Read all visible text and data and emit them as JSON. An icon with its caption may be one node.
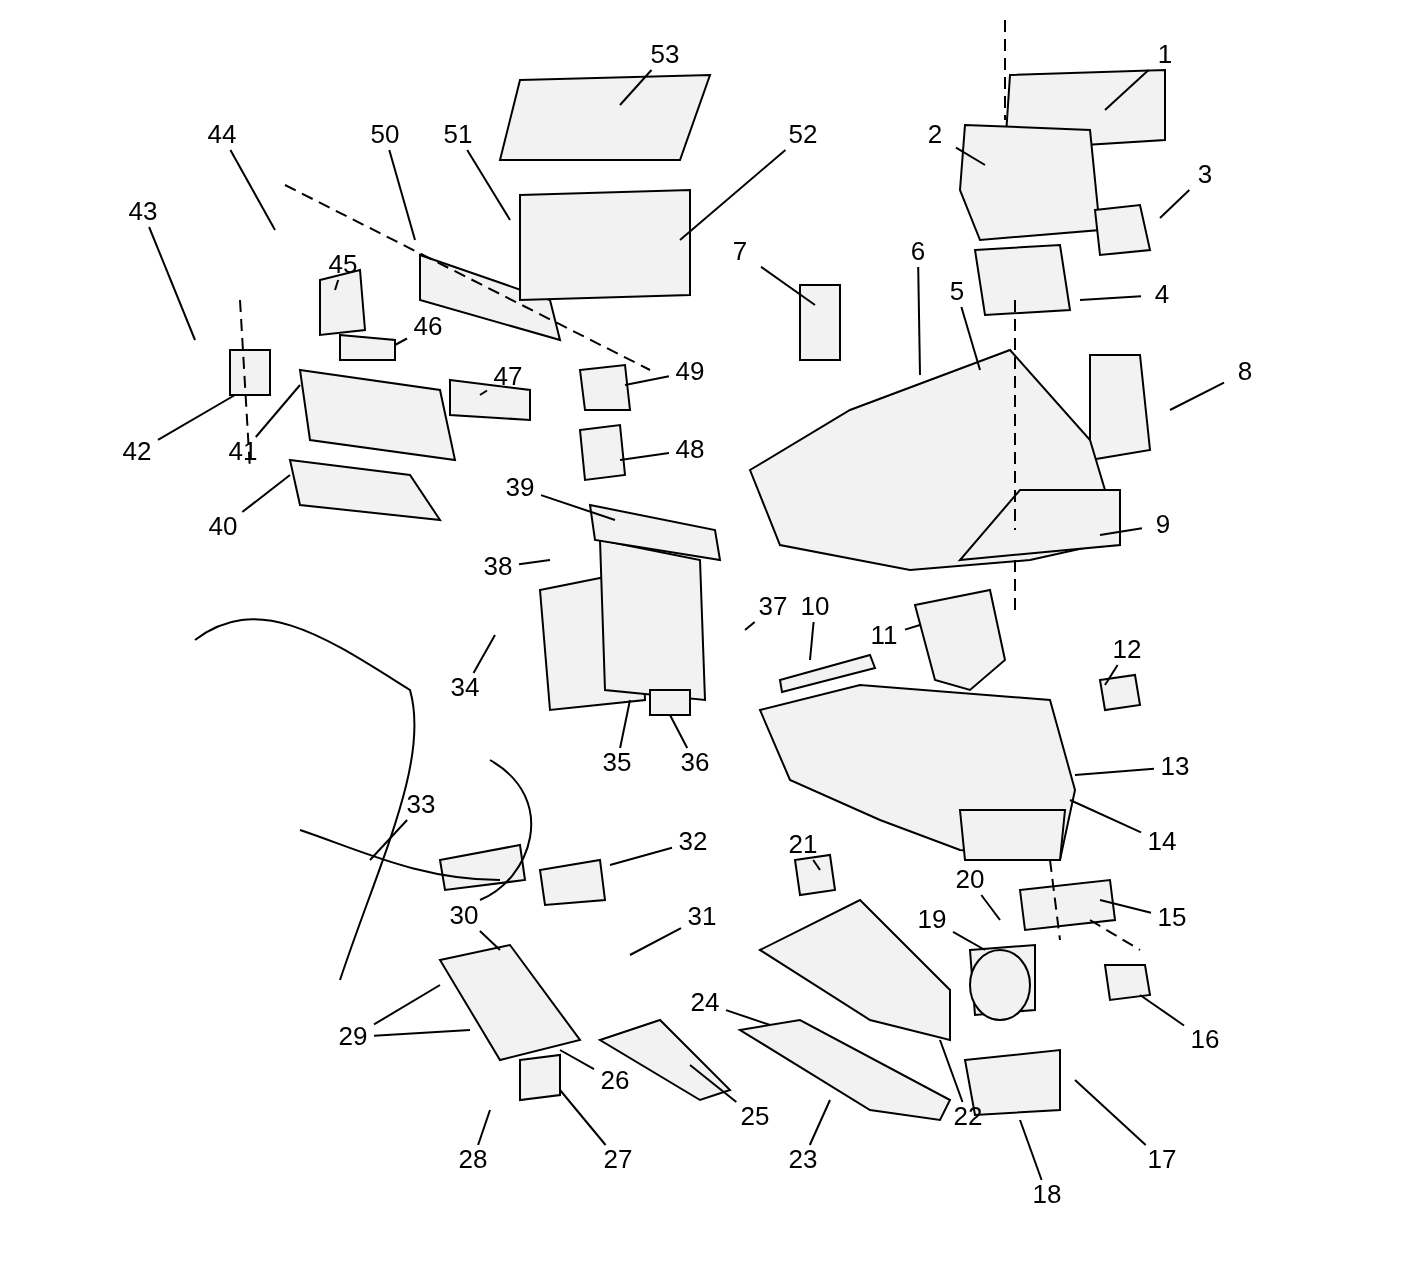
{
  "diagram": {
    "nodes": [
      {
        "text": [
          "1"
        ]
      },
      {
        "text": [
          "2"
        ]
      },
      {
        "text": [
          "3"
        ]
      },
      {
        "text": [
          "4"
        ]
      },
      {
        "text": [
          "5"
        ]
      },
      {
        "text": [
          "6"
        ]
      },
      {
        "text": [
          "7"
        ]
      },
      {
        "text": [
          "8"
        ]
      },
      {
        "text": [
          "9"
        ]
      },
      {
        "text": [
          "10"
        ]
      },
      {
        "text": [
          "11"
        ]
      },
      {
        "text": [
          "12"
        ]
      },
      {
        "text": [
          "13"
        ]
      },
      {
        "text": [
          "14"
        ]
      },
      {
        "text": [
          "15"
        ]
      },
      {
        "text": [
          "16"
        ]
      },
      {
        "text": [
          "17"
        ]
      },
      {
        "text": [
          "18"
        ]
      },
      {
        "text": [
          "19"
        ]
      },
      {
        "text": [
          "20"
        ]
      },
      {
        "text": [
          "21"
        ]
      },
      {
        "text": [
          "22"
        ]
      },
      {
        "text": [
          "23"
        ]
      },
      {
        "text": [
          "24"
        ]
      },
      {
        "text": [
          "25"
        ]
      },
      {
        "text": [
          "26"
        ]
      },
      {
        "text": [
          "27"
        ]
      },
      {
        "text": [
          "28"
        ]
      },
      {
        "text": [
          "29"
        ]
      },
      {
        "text": [
          "30"
        ]
      },
      {
        "text": [
          "31"
        ]
      },
      {
        "text": [
          "32"
        ]
      },
      {
        "text": [
          "33"
        ]
      },
      {
        "text": [
          "34"
        ]
      },
      {
        "text": [
          "35"
        ]
      },
      {
        "text": [
          "36"
        ]
      },
      {
        "text": [
          "37"
        ]
      },
      {
        "text": [
          "38"
        ]
      },
      {
        "text": [
          "39"
        ]
      },
      {
        "text": [
          "40"
        ]
      },
      {
        "text": [
          "41"
        ]
      },
      {
        "text": [
          "42"
        ]
      },
      {
        "text": [
          "43"
        ]
      },
      {
        "text": [
          "44"
        ]
      },
      {
        "text": [
          "45"
        ]
      },
      {
        "text": [
          "46"
        ]
      },
      {
        "text": [
          "47"
        ]
      },
      {
        "text": [
          "48"
        ]
      },
      {
        "text": [
          "49"
        ]
      },
      {
        "text": [
          "50"
        ]
      },
      {
        "text": [
          "51"
        ]
      },
      {
        "text": [
          "52"
        ]
      },
      {
        "text": [
          "53"
        ]
      }
    ],
    "edges": [
      {
        "from": 0,
        "to": null,
        "arrow": "none"
      },
      {
        "from": 1,
        "to": null,
        "arrow": "none"
      },
      {
        "from": 2,
        "to": null,
        "arrow": "none"
      },
      {
        "from": 3,
        "to": null,
        "arrow": "none"
      },
      {
        "from": 4,
        "to": null,
        "arrow": "none"
      },
      {
        "from": 5,
        "to": null,
        "arrow": "none"
      },
      {
        "from": 6,
        "to": null,
        "arrow": "none"
      },
      {
        "from": 7,
        "to": null,
        "arrow": "none"
      },
      {
        "from": 8,
        "to": null,
        "arrow": "none"
      },
      {
        "from": 9,
        "to": null,
        "arrow": "none"
      },
      {
        "from": 10,
        "to": null,
        "arrow": "none"
      },
      {
        "from": 11,
        "to": null,
        "arrow": "none"
      },
      {
        "from": 12,
        "to": null,
        "arrow": "none"
      },
      {
        "from": 13,
        "to": null,
        "arrow": "none"
      },
      {
        "from": 14,
        "to": null,
        "arrow": "none"
      },
      {
        "from": 15,
        "to": null,
        "arrow": "none"
      },
      {
        "from": 16,
        "to": null,
        "arrow": "none"
      },
      {
        "from": 17,
        "to": null,
        "arrow": "none"
      },
      {
        "from": 18,
        "to": null,
        "arrow": "none"
      },
      {
        "from": 19,
        "to": null,
        "arrow": "none"
      },
      {
        "from": 20,
        "to": null,
        "arrow": "none"
      },
      {
        "from": 21,
        "to": null,
        "arrow": "none"
      },
      {
        "from": 22,
        "to": null,
        "arrow": "none"
      },
      {
        "from": 23,
        "to": null,
        "arrow": "none"
      },
      {
        "from": 24,
        "to": null,
        "arrow": "none"
      },
      {
        "from": 25,
        "to": null,
        "arrow": "none"
      },
      {
        "from": 26,
        "to": null,
        "arrow": "none"
      },
      {
        "from": 27,
        "to": null,
        "arrow": "none"
      },
      {
        "from": 28,
        "to": null,
        "arrow": "none"
      },
      {
        "from": 28,
        "to": null,
        "arrow": "none"
      },
      {
        "from": 29,
        "to": null,
        "arrow": "none"
      },
      {
        "from": 30,
        "to": null,
        "arrow": "none"
      },
      {
        "from": 31,
        "to": null,
        "arrow": "none"
      },
      {
        "from": 32,
        "to": null,
        "arrow": "none"
      },
      {
        "from": 33,
        "to": null,
        "arrow": "none"
      },
      {
        "from": 34,
        "to": null,
        "arrow": "none"
      },
      {
        "from": 35,
        "to": null,
        "arrow": "none"
      },
      {
        "from": 36,
        "to": null,
        "arrow": "none"
      },
      {
        "from": 37,
        "to": null,
        "arrow": "none"
      },
      {
        "from": 38,
        "to": null,
        "arrow": "none"
      },
      {
        "from": 39,
        "to": null,
        "arrow": "none"
      },
      {
        "from": 40,
        "to": null,
        "arrow": "none"
      },
      {
        "from": 41,
        "to": null,
        "arrow": "none"
      },
      {
        "from": 42,
        "to": null,
        "arrow": "none"
      },
      {
        "from": 43,
        "to": null,
        "arrow": "none"
      },
      {
        "from": 44,
        "to": null,
        "arrow": "none"
      },
      {
        "from": 45,
        "to": null,
        "arrow": "none"
      },
      {
        "from": 46,
        "to": null,
        "arrow": "none"
      },
      {
        "from": 47,
        "to": null,
        "arrow": "none"
      },
      {
        "from": 48,
        "to": null,
        "arrow": "none"
      },
      {
        "from": 49,
        "to": null,
        "arrow": "none"
      },
      {
        "from": 50,
        "to": null,
        "arrow": "none"
      },
      {
        "from": 51,
        "to": null,
        "arrow": "none"
      },
      {
        "from": 52,
        "to": null,
        "arrow": "none"
      }
    ]
  }
}
